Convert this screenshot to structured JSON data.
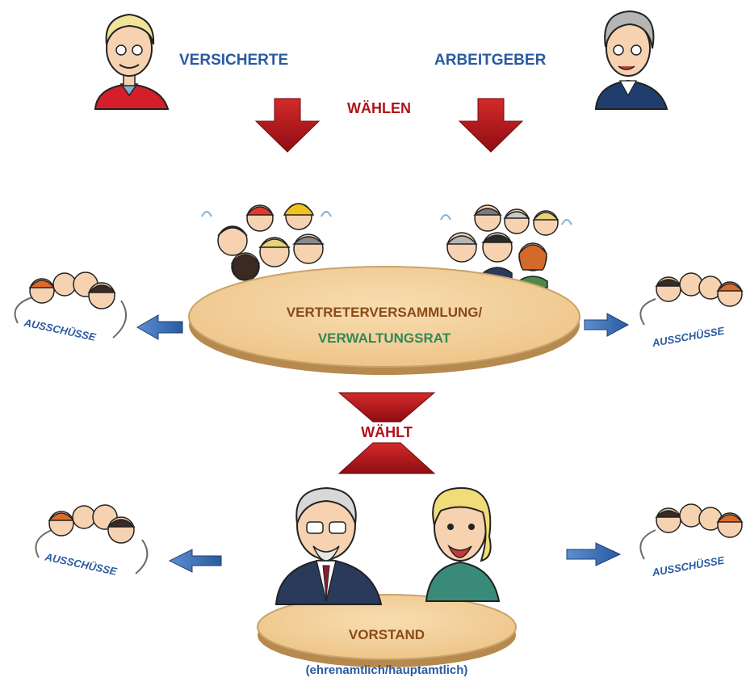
{
  "top": {
    "left_label": "VERSICHERTE",
    "right_label": "ARBEITGEBER",
    "middle_label": "WÄHLEN"
  },
  "assembly": {
    "line1": "VERTRETERVERSAMMLUNG/",
    "line2": "VERWALTUNGSRAT"
  },
  "elects_label": "WÄHLT",
  "board": {
    "label": "VORSTAND",
    "subtitle": "(ehrenamtlich/hauptamtlich)"
  },
  "committees": {
    "label": "AUSSCHÜSSE"
  },
  "colors": {
    "red_arrow": "#b0121b",
    "blue_arrow": "#3a6fb5",
    "table": "#f2cf98",
    "table_edge": "#c9a36a",
    "label_blue": "#2a5aa0",
    "label_red": "#b0121b"
  }
}
